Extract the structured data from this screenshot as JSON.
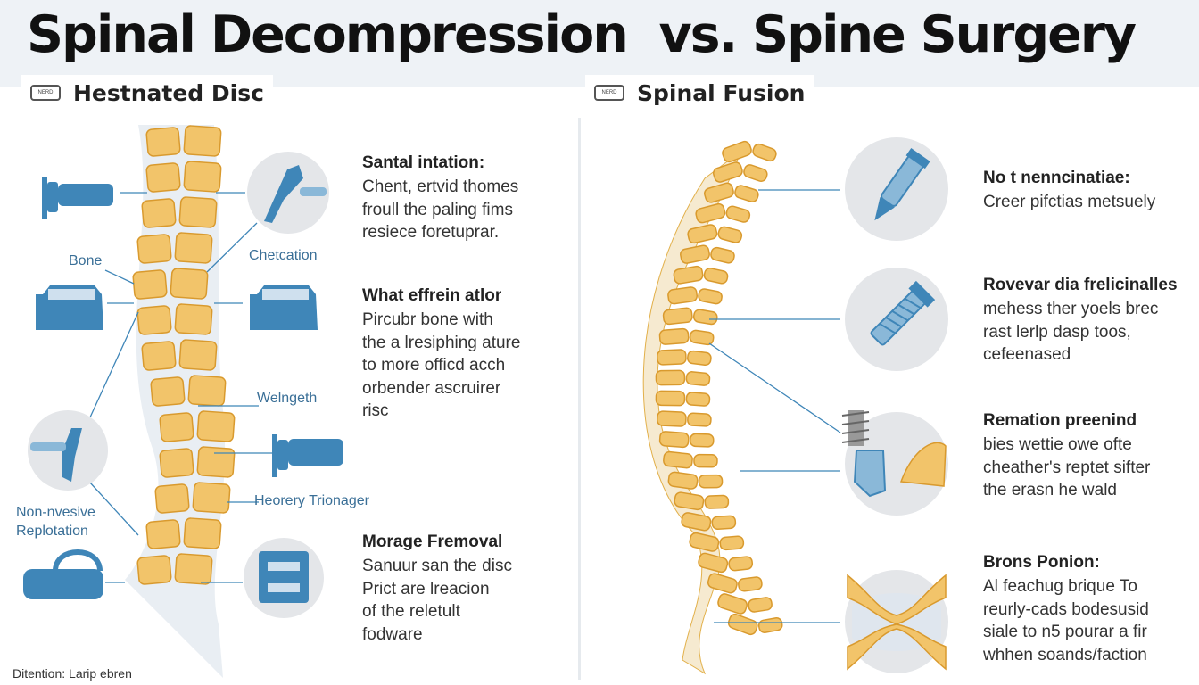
{
  "title": "Spinal Decompression  vs. Spine Surgery",
  "left_panel": {
    "heading": "Hestnated Disc",
    "tag_text": "NERD",
    "labels": {
      "bone": "Bone",
      "chetcation": "Chetcation",
      "welngeth": "Welngeth",
      "heorery": "Heorery Trionager",
      "non_invasive": "Non-nvesive\nReplotation"
    },
    "blocks": [
      {
        "heading": "Santal intation:",
        "lines": [
          "Chent, ertvid thomes",
          "froull the paling fims",
          "resiece foretuprar."
        ]
      },
      {
        "heading": "What effrein atlor",
        "lines": [
          "Pircubr bone  with",
          "the a lresiphing ature",
          "to more officd acch",
          "orbender ascruirer",
          "risc"
        ]
      },
      {
        "heading": "Morage Fremoval",
        "lines": [
          "Sanuur san the disc",
          "Prict are lreacion",
          "of the reletult",
          "fodware"
        ]
      }
    ],
    "caption": "Ditention: Larip ebren"
  },
  "right_panel": {
    "heading": "Spinal Fusion",
    "tag_text": "NERD",
    "blocks": [
      {
        "heading": "No t nenncinatiae:",
        "lines": [
          "Creer pifctias metsuely"
        ]
      },
      {
        "heading": "Rovevar dia frelicinalles",
        "lines": [
          "mehess ther yoels brec",
          "rast lerlp dasp toos,",
          "cefeenased"
        ]
      },
      {
        "heading": "Remation preenind",
        "lines": [
          "bies wettie owe ofte",
          "cheather's reptet sifter",
          "the erasn he wald"
        ]
      },
      {
        "heading": "Brons Ponion:",
        "lines": [
          "Al feachug brique To",
          "reurly-cads bodesusid",
          "siale to n5 pourar a fir",
          "whhen soands/faction"
        ]
      }
    ]
  },
  "colors": {
    "bone": "#f2c46a",
    "bone_stroke": "#d99a2e",
    "disc": "#dfe6ee",
    "icon_blue": "#3f86b8",
    "title_bar": "#eef2f6",
    "circle_bg": "#e4e6e9",
    "leader_line": "#3f86b8"
  }
}
